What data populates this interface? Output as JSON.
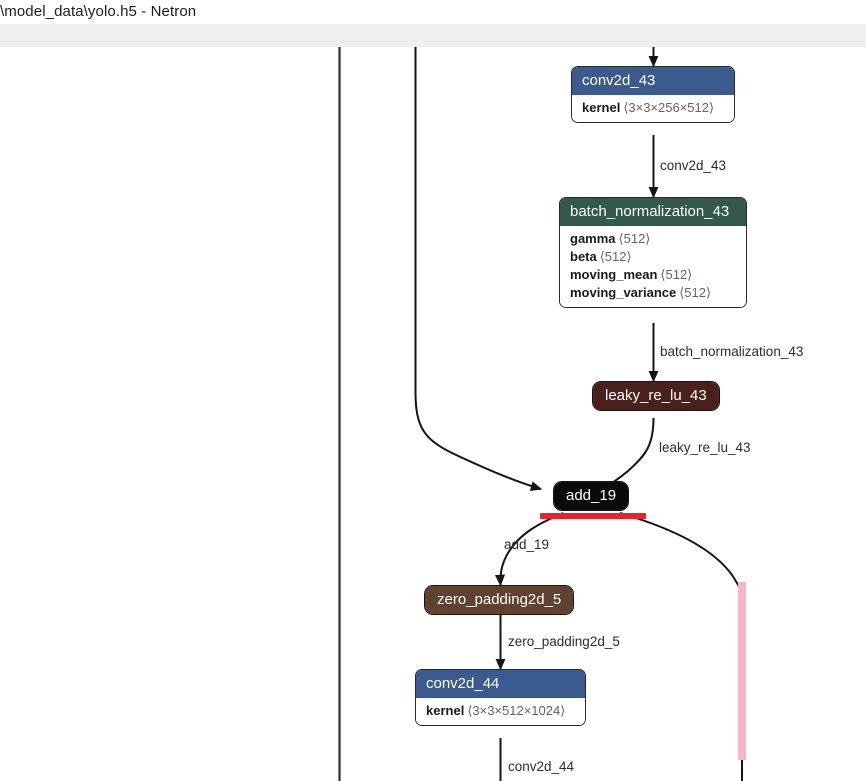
{
  "window": {
    "title": "\\model_data\\yolo.h5 - Netron",
    "app_name": "Netron"
  },
  "annotations": {
    "title_underline_color": "#e8232a",
    "node_underline_color": "#e8232a",
    "highlight_bar_color": "#f9b3cb"
  },
  "colors": {
    "conv": "#3b5a8f",
    "batchnorm": "#33594a",
    "activation": "#4a211a",
    "padding": "#61412f",
    "add": "#0a0a0a",
    "toolbar": "#efefef",
    "canvas": "#ffffff",
    "edge": "#141414",
    "edge_label": "#2b2b3c"
  },
  "graph": {
    "nodes": [
      {
        "id": "conv2d_43",
        "label": "conv2d_43",
        "type": "conv",
        "attributes": [
          {
            "name": "kernel",
            "value": "⟨3×3×256×512⟩"
          }
        ]
      },
      {
        "id": "batch_normalization_43",
        "label": "batch_normalization_43",
        "type": "batchnorm",
        "attributes": [
          {
            "name": "gamma",
            "value": "⟨512⟩"
          },
          {
            "name": "beta",
            "value": "⟨512⟩"
          },
          {
            "name": "moving_mean",
            "value": "⟨512⟩"
          },
          {
            "name": "moving_variance",
            "value": "⟨512⟩"
          }
        ]
      },
      {
        "id": "leaky_re_lu_43",
        "label": "leaky_re_lu_43",
        "type": "activation",
        "attributes": []
      },
      {
        "id": "add_19",
        "label": "add_19",
        "type": "add",
        "attributes": [],
        "selected": true
      },
      {
        "id": "zero_padding2d_5",
        "label": "zero_padding2d_5",
        "type": "padding",
        "attributes": []
      },
      {
        "id": "conv2d_44",
        "label": "conv2d_44",
        "type": "conv",
        "attributes": [
          {
            "name": "kernel",
            "value": "⟨3×3×512×1024⟩"
          }
        ]
      }
    ],
    "edge_labels": [
      {
        "id": "e1",
        "text": "conv2d_43"
      },
      {
        "id": "e2",
        "text": "batch_normalization_43"
      },
      {
        "id": "e3",
        "text": "leaky_re_lu_43"
      },
      {
        "id": "e4",
        "text": "add_19"
      },
      {
        "id": "e5",
        "text": "zero_padding2d_5"
      },
      {
        "id": "e6",
        "text": "conv2d_44"
      }
    ]
  }
}
